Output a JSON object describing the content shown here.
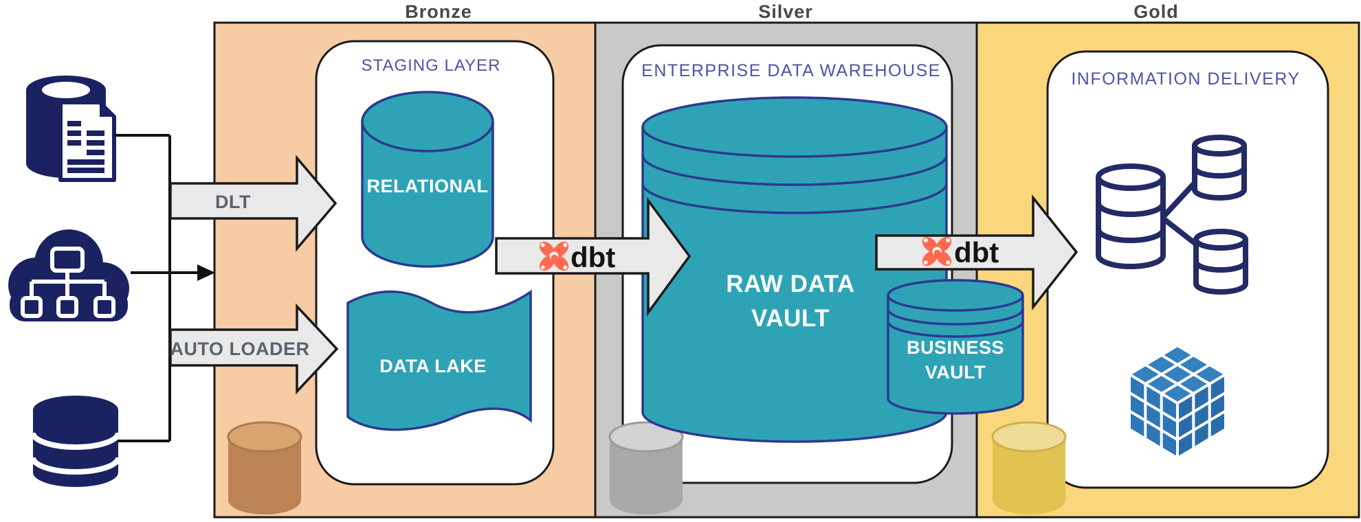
{
  "headers": {
    "bronze": "Bronze",
    "silver": "Silver",
    "gold": "Gold"
  },
  "bronze": {
    "box_label": "STAGING LAYER",
    "relational_label": "RELATIONAL",
    "data_lake_label": "DATA LAKE"
  },
  "silver": {
    "box_label": "ENTERPRISE DATA WAREHOUSE",
    "raw_vault_line1": "RAW DATA",
    "raw_vault_line2": "VAULT",
    "business_vault_line1": "BUSINESS",
    "business_vault_line2": "VAULT"
  },
  "gold": {
    "box_label": "INFORMATION DELIVERY"
  },
  "arrows": {
    "dlt_label": "DLT",
    "auto_loader_label": "AUTO LOADER",
    "dbt_bronze_silver_label": "dbt",
    "dbt_silver_gold_label": "dbt"
  },
  "icons": {
    "source_top": "database-with-document-icon",
    "source_middle": "cloud-network-icon",
    "source_bottom": "database-icon",
    "bronze_marker": "bronze-cylinder-icon",
    "silver_marker": "silver-cylinder-icon",
    "gold_marker": "gold-cylinder-icon",
    "gold_marts": "data-marts-icon",
    "gold_cube": "olap-cube-icon",
    "dbt": "dbt-logo-icon"
  },
  "colors": {
    "bronze_panel": "#F7CBA3",
    "silver_panel": "#C9C9C9",
    "gold_panel": "#FAD77D",
    "teal": "#2FA3B6",
    "teal_outline": "#2B3A90",
    "navy_icon": "#1B2262",
    "arrow_fill": "#E9E9E9",
    "arrow_outline": "#1A1A1A",
    "dbt_orange": "#FF6950",
    "label_purple": "#4E53A5",
    "header_gray": "#47474C",
    "cube_blue": "#2E76B6"
  }
}
